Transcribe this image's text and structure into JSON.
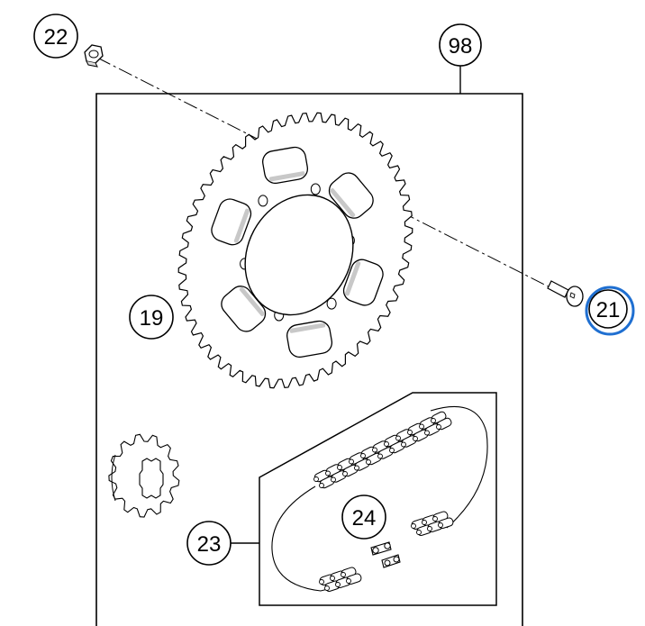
{
  "callouts": {
    "c22": "22",
    "c98": "98",
    "c19": "19",
    "c21": "21",
    "c23": "23",
    "c24": "24"
  },
  "colors": {
    "line": "#000000",
    "fill": "#ffffff",
    "shade": "#c8c8c8",
    "highlight": "#1f6fd1"
  },
  "icons": {
    "rear_sprocket": "rear-sprocket-icon",
    "front_sprocket": "front-sprocket-icon",
    "bolt": "sprocket-bolt-icon",
    "nut": "sprocket-nut-icon",
    "chain": "chain-icon",
    "chain_lock": "chain-master-link-icon"
  }
}
